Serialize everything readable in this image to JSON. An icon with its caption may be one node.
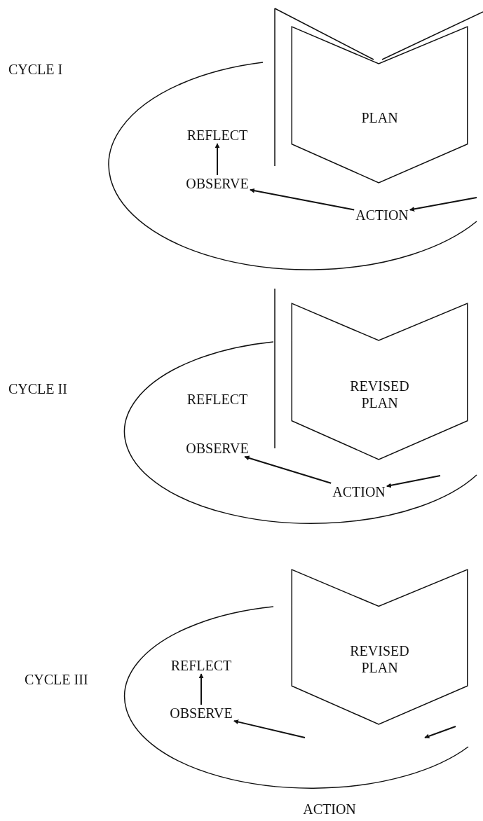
{
  "diagram": {
    "nodes": [
      {
        "text": [
          "PLAN"
        ]
      },
      {
        "text": [
          "REFLECT"
        ]
      },
      {
        "text": [
          "OBSERVE"
        ]
      },
      {
        "text": [
          "ACTION"
        ]
      },
      {
        "text": [
          "REVISED PLAN"
        ]
      },
      {
        "text": [
          "REFLECT"
        ]
      },
      {
        "text": [
          "OBSERVE"
        ]
      },
      {
        "text": [
          "ACTION"
        ]
      },
      {
        "text": [
          "REVISED PLAN"
        ]
      },
      {
        "text": [
          "REFLECT"
        ]
      },
      {
        "text": [
          "OBSERVE"
        ]
      },
      {
        "text": [
          "ACTION"
        ]
      }
    ],
    "edges": [
      {
        "from": null,
        "to": 3,
        "arrow": "to"
      },
      {
        "from": 3,
        "to": 2,
        "arrow": "to"
      },
      {
        "from": 2,
        "to": 1,
        "arrow": "to"
      },
      {
        "from": null,
        "to": 7,
        "arrow": "to"
      },
      {
        "from": 7,
        "to": 6,
        "arrow": "to"
      },
      {
        "from": null,
        "to": 10,
        "arrow": "to"
      },
      {
        "from": 10,
        "to": 9,
        "arrow": "to"
      }
    ],
    "labels": [
      "CYCLE I",
      "CYCLE II",
      "CYCLE III"
    ]
  }
}
